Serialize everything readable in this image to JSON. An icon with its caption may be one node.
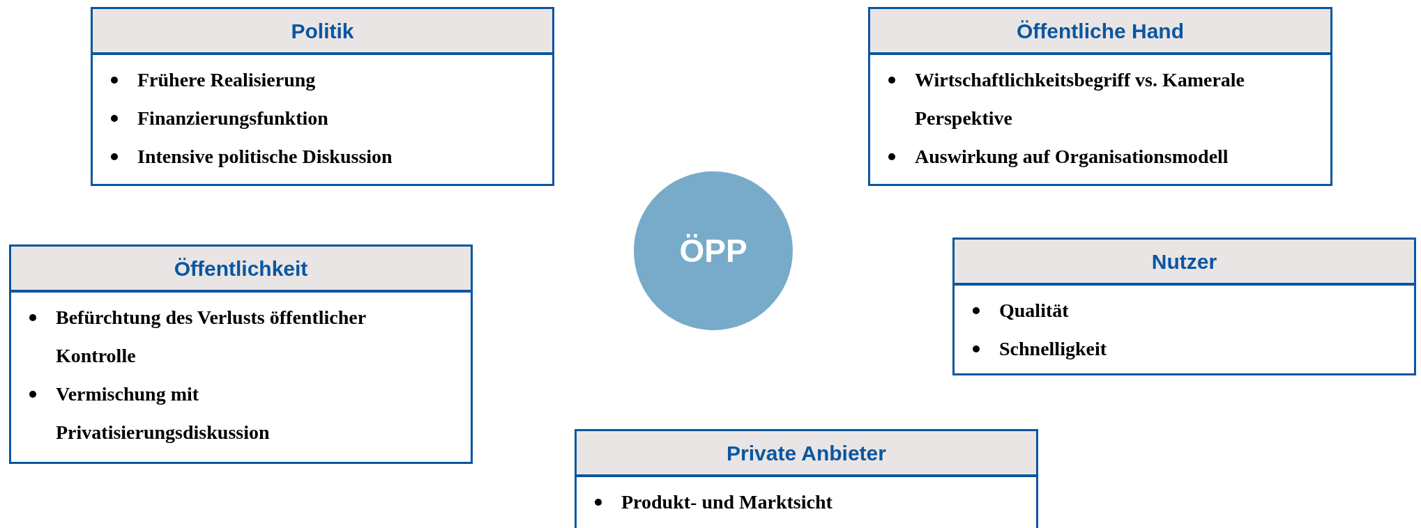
{
  "diagram": {
    "nodes": [
      {
        "text": [
          "Politik",
          "Frühere Realisierung",
          "Finanzierungsfunktion",
          "Intensive politische Diskussion"
        ]
      },
      {
        "text": [
          "Öffentliche Hand",
          "Wirtschaftlichkeitsbegriff vs. Kamerale Perspektive",
          "Auswirkung auf Organisationsmodell"
        ]
      },
      {
        "text": [
          "ÖPP"
        ]
      },
      {
        "text": [
          "Öffentlichkeit",
          "Befürchtung des Verlusts öffentlicher Kontrolle",
          "Vermischung mit Privatisierungsdiskussion"
        ]
      },
      {
        "text": [
          "Nutzer",
          "Qualität",
          "Schnelligkeit"
        ]
      },
      {
        "text": [
          "Private Anbieter",
          "Produkt- und Marktsicht"
        ]
      }
    ]
  }
}
